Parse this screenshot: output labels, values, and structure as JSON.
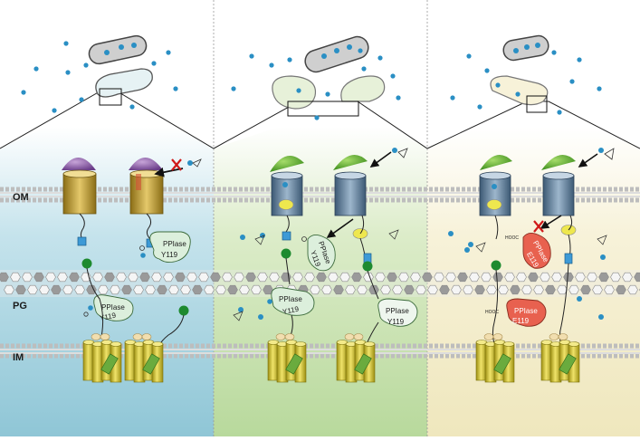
{
  "membrane_labels": {
    "om": "OM",
    "pg": "PG",
    "im": "IM"
  },
  "ppiase": {
    "wt": {
      "name": "PPIase",
      "residue": "Y119"
    },
    "mutant": {
      "name": "PPIase",
      "residue": "E119"
    },
    "hooc": "HOOC"
  },
  "colors": {
    "panel1_bg": "#a9d3df",
    "panel2_bg": "#c9e2b3",
    "panel3_bg": "#f4efcf",
    "ppiase_wt": "#dcefdc",
    "ppiase_mut": "#e8614f",
    "substrate_dot": "#2a8fc4",
    "cap_purple": "#8d58a8",
    "cap_green": "#5fb32d",
    "barrel_gold": "#c9a83a",
    "barrel_blue": "#6d8fae",
    "im_cylinder": "#d6c62e",
    "green_bead": "#1d8a2f"
  },
  "icons": [
    "bacterium-icon",
    "close-icon",
    "arrow-icon",
    "peptide-icon"
  ]
}
